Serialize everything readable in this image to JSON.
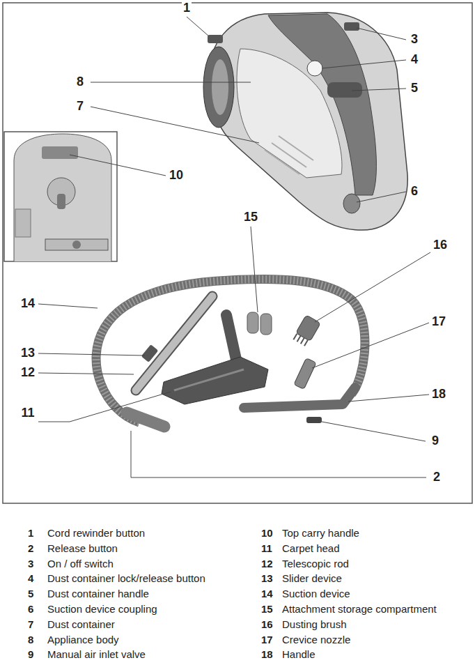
{
  "diagram": {
    "labels": [
      "1",
      "3",
      "4",
      "8",
      "5",
      "7",
      "10",
      "6",
      "15",
      "16",
      "14",
      "17",
      "13",
      "12",
      "18",
      "11",
      "9",
      "2",
      "1",
      "Cord rewinder button",
      "2",
      "Release button",
      "3",
      "On / off switch",
      "4",
      "Dust container lock/release button",
      "5",
      "Dust container handle",
      "6",
      "Suction device coupling",
      "7",
      "Dust container",
      "8",
      "Appliance body",
      "9",
      "Manual air inlet valve",
      "10",
      "Top carry handle",
      "11",
      "Carpet head",
      "12",
      "Telescopic rod",
      "13",
      "Slider device",
      "14",
      "Suction device",
      "15",
      "Attachment storage compartment",
      "16",
      "Dusting brush",
      "17",
      "Crevice nozzle",
      "18",
      "Handle"
    ]
  }
}
